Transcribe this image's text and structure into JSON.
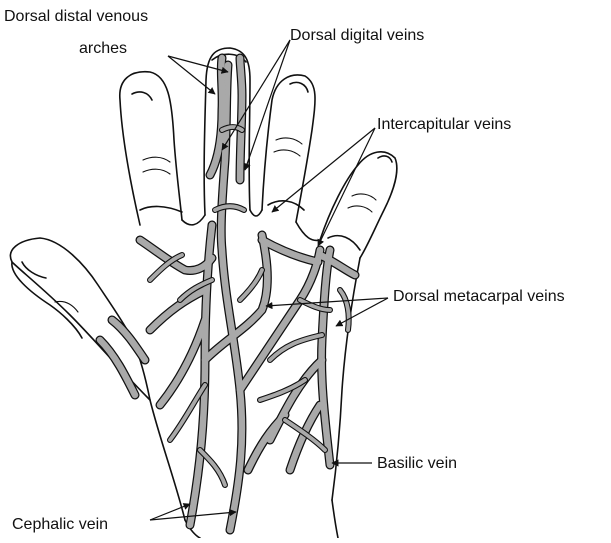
{
  "figure": {
    "labels": {
      "dorsal_distal_venous_line1": "Dorsal distal venous",
      "dorsal_distal_venous_line2": "arches",
      "dorsal_digital_veins": "Dorsal digital veins",
      "intercapitular_veins": "Intercapitular veins",
      "dorsal_metacarpal_veins": "Dorsal metacarpal veins",
      "basilic_vein": "Basilic vein",
      "cephalic_vein": "Cephalic vein"
    }
  },
  "colors": {
    "outline": "#111111",
    "vein_fill": "#a9a9a9",
    "background": "#ffffff"
  }
}
